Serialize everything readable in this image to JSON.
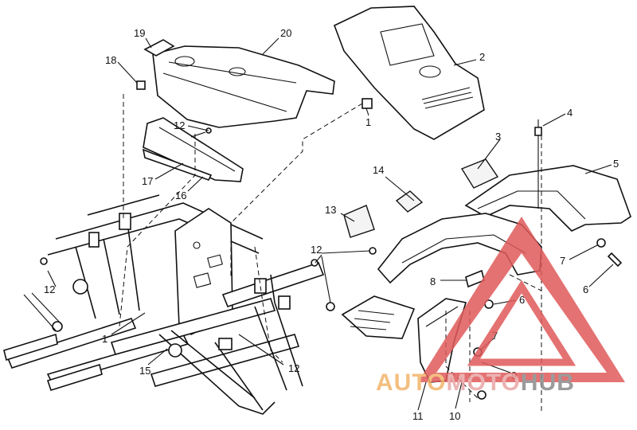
{
  "callouts": [
    {
      "id": "19",
      "text": "19"
    },
    {
      "id": "20",
      "text": "20"
    },
    {
      "id": "18",
      "text": "18"
    },
    {
      "id": "12a",
      "text": "12"
    },
    {
      "id": "17",
      "text": "17"
    },
    {
      "id": "16",
      "text": "16"
    },
    {
      "id": "1a",
      "text": "1"
    },
    {
      "id": "2",
      "text": "2"
    },
    {
      "id": "4",
      "text": "4"
    },
    {
      "id": "3",
      "text": "3"
    },
    {
      "id": "5",
      "text": "5"
    },
    {
      "id": "14",
      "text": "14"
    },
    {
      "id": "13",
      "text": "13"
    },
    {
      "id": "12b",
      "text": "12"
    },
    {
      "id": "7a",
      "text": "7"
    },
    {
      "id": "6a",
      "text": "6"
    },
    {
      "id": "8",
      "text": "8"
    },
    {
      "id": "6b",
      "text": "6"
    },
    {
      "id": "12c",
      "text": "12"
    },
    {
      "id": "1b",
      "text": "1"
    },
    {
      "id": "15",
      "text": "15"
    },
    {
      "id": "12d",
      "text": "12"
    },
    {
      "id": "7b",
      "text": "7"
    },
    {
      "id": "9",
      "text": "9"
    },
    {
      "id": "11",
      "text": "11"
    },
    {
      "id": "10",
      "text": "10"
    }
  ],
  "watermark": {
    "part1": "AUTO",
    "part2": "MOTO",
    "part3": "HUB",
    "color_auto": "#f2b46a",
    "color_moto": "#e9a5a5",
    "color_hub": "#8a8a8a",
    "triangle_color": "#e05a5a"
  }
}
